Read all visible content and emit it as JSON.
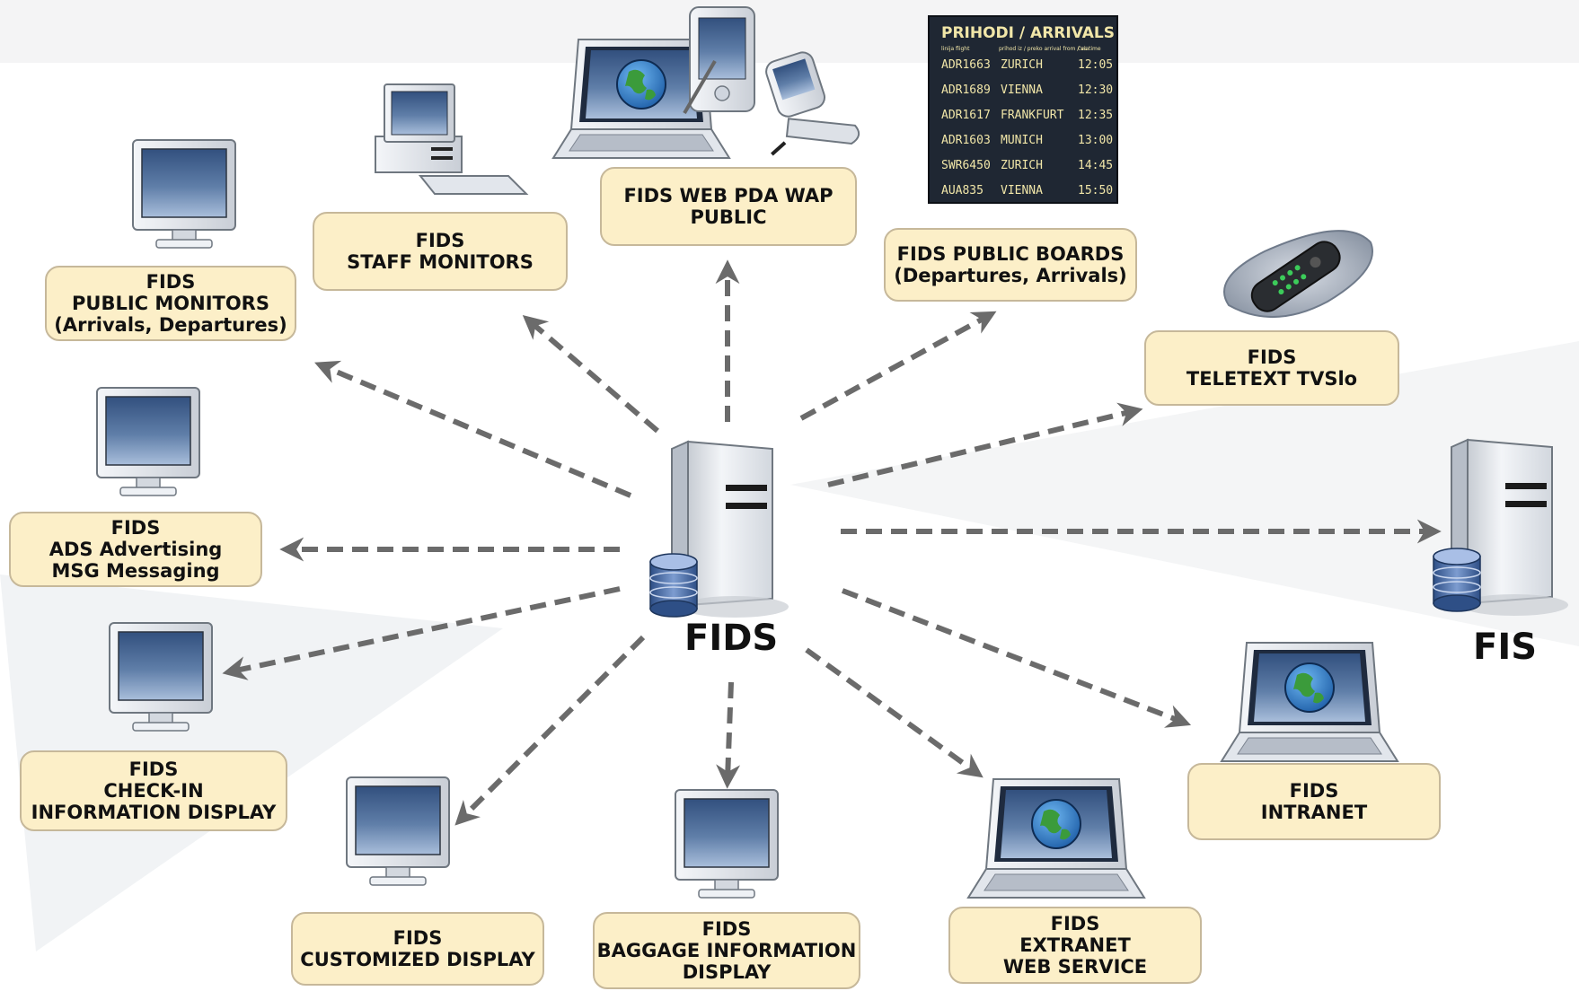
{
  "hub": {
    "label": "FIDS"
  },
  "fis": {
    "label": "FIS"
  },
  "nodes": {
    "public_monitors": [
      "FIDS",
      "PUBLIC MONITORS",
      "(Arrivals, Departures)"
    ],
    "staff_monitors": [
      "FIDS",
      "STAFF MONITORS"
    ],
    "web_pda_wap": [
      "FIDS WEB PDA WAP",
      "PUBLIC"
    ],
    "public_boards": [
      "FIDS PUBLIC BOARDS",
      "(Departures, Arrivals)"
    ],
    "teletext": [
      "FIDS",
      "TELETEXT TVSlo"
    ],
    "ads_msg": [
      "FIDS",
      "ADS Advertising",
      "MSG Messaging"
    ],
    "checkin": [
      "FIDS",
      "CHECK-IN",
      "INFORMATION DISPLAY"
    ],
    "customized": [
      "FIDS",
      "CUSTOMIZED DISPLAY"
    ],
    "baggage": [
      "FIDS",
      "BAGGAGE INFORMATION",
      "DISPLAY"
    ],
    "extranet": [
      "FIDS",
      "EXTRANET",
      "WEB SERVICE"
    ],
    "intranet": [
      "FIDS",
      "INTRANET"
    ]
  },
  "board": {
    "title": "PRIHODI / ARRIVALS",
    "col_headers": [
      "linija flight",
      "prihod iz / preko arrival from / via",
      "čas time"
    ],
    "rows": [
      {
        "flight": "ADR1663",
        "city": "ZURICH",
        "time": "12:05"
      },
      {
        "flight": "ADR1689",
        "city": "VIENNA",
        "time": "12:30"
      },
      {
        "flight": "ADR1617",
        "city": "FRANKFURT",
        "time": "12:35"
      },
      {
        "flight": "ADR1603",
        "city": "MUNICH",
        "time": "13:00"
      },
      {
        "flight": "SWR6450",
        "city": "ZURICH",
        "time": "14:45"
      },
      {
        "flight": "AUA835",
        "city": "VIENNA",
        "time": "15:50"
      }
    ]
  },
  "colors": {
    "box_fill": "#fcefc8",
    "box_border": "#c6b89a",
    "arrow": "#6b6b6b",
    "board_bg": "#1f2733",
    "board_text": "#f1e6a8"
  }
}
